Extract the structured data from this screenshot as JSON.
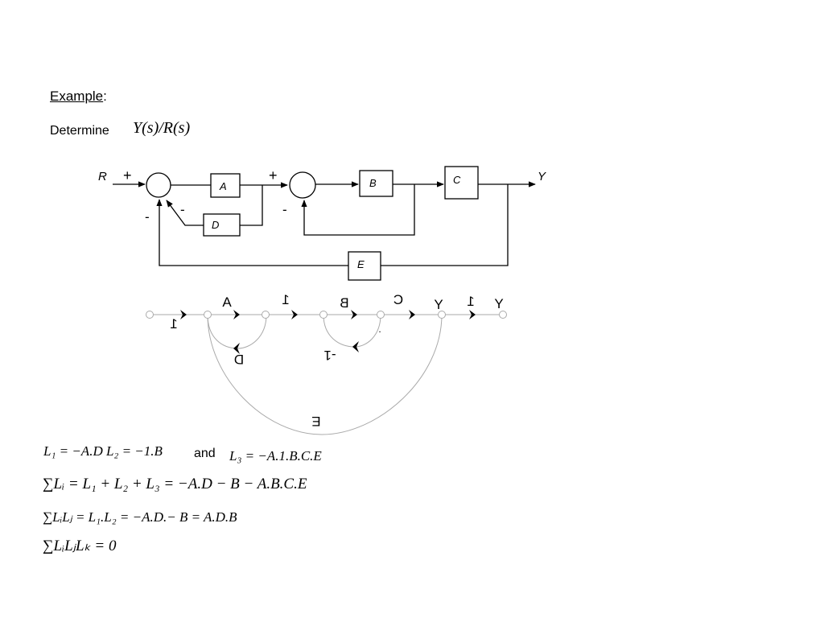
{
  "header": {
    "title": "Example",
    "title_suffix": ":",
    "determine_label": "Determine",
    "determine_expr": "Y(s)/R(s)"
  },
  "block_diagram": {
    "input_label": "R",
    "output_label": "Y",
    "sum1_plus": "+",
    "sum1_minus": "-",
    "sum1_inner_minus": "-",
    "sum2_plus": "+",
    "sum2_minus": "-",
    "blocks": {
      "a": "A",
      "b": "B",
      "c": "C",
      "d": "D",
      "e": "E"
    }
  },
  "signal_flow_graph": {
    "label_one_left": "1",
    "label_a": "A",
    "label_one_mid": "1",
    "label_b": "B",
    "label_c": "C",
    "label_y1": "Y",
    "label_one_right": "1",
    "label_y2": "Y",
    "label_d": "D",
    "label_minus_one": "-1",
    "label_e": "E",
    "label_dot": "."
  },
  "equations": {
    "l1_l2": "L₁ = −A.D  L₂ = −1.B",
    "and_word": "and",
    "l3": "L₃ = −A.1.B.C.E",
    "sum_li": "∑Lᵢ = L₁ + L₂ + L₃ = −A.D − B − A.B.C.E",
    "sum_lilj": "∑LᵢLⱼ = L₁.L₂ = −A.D.− B = A.D.B",
    "sum_liljlk": "∑LᵢLⱼLₖ = 0"
  }
}
